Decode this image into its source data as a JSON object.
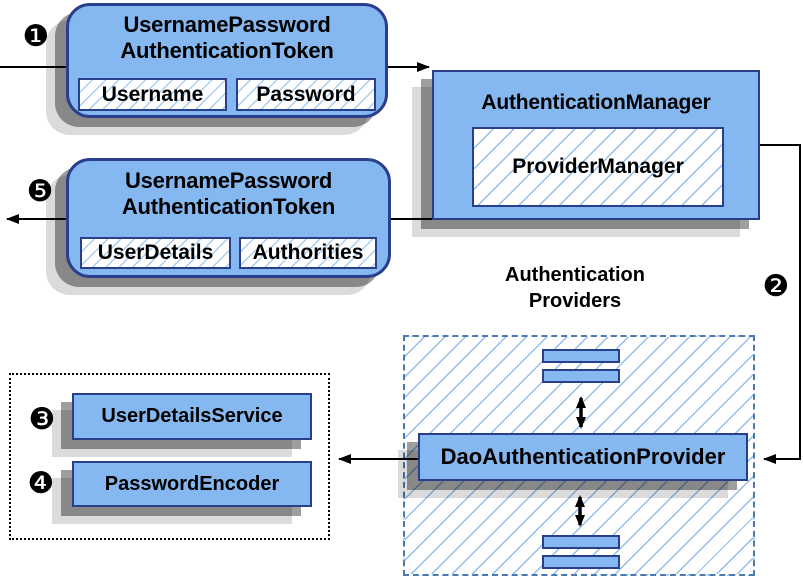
{
  "diagram": {
    "step_badges": {
      "one": "❶",
      "two": "❷",
      "three": "❸",
      "four": "❹",
      "five": "❺"
    },
    "request_token": {
      "title_line1": "UsernamePassword",
      "title_line2": "AuthenticationToken",
      "field_username": "Username",
      "field_password": "Password"
    },
    "auth_manager": {
      "title": "AuthenticationManager",
      "provider": "ProviderManager"
    },
    "result_token": {
      "title_line1": "UsernamePassword",
      "title_line2": "AuthenticationToken",
      "field_userdetails": "UserDetails",
      "field_authorities": "Authorities"
    },
    "providers_label": {
      "line1": "Authentication",
      "line2": "Providers"
    },
    "dao_provider": {
      "label": "DaoAuthenticationProvider"
    },
    "services": {
      "user_details_service": "UserDetailsService",
      "password_encoder": "PasswordEncoder"
    },
    "colors": {
      "node_fill": "#85b8f0",
      "node_border": "#2a3f8c",
      "hatch_line": "#93bdea",
      "dashed_border": "#4879b2",
      "line_color": "#000000"
    }
  }
}
